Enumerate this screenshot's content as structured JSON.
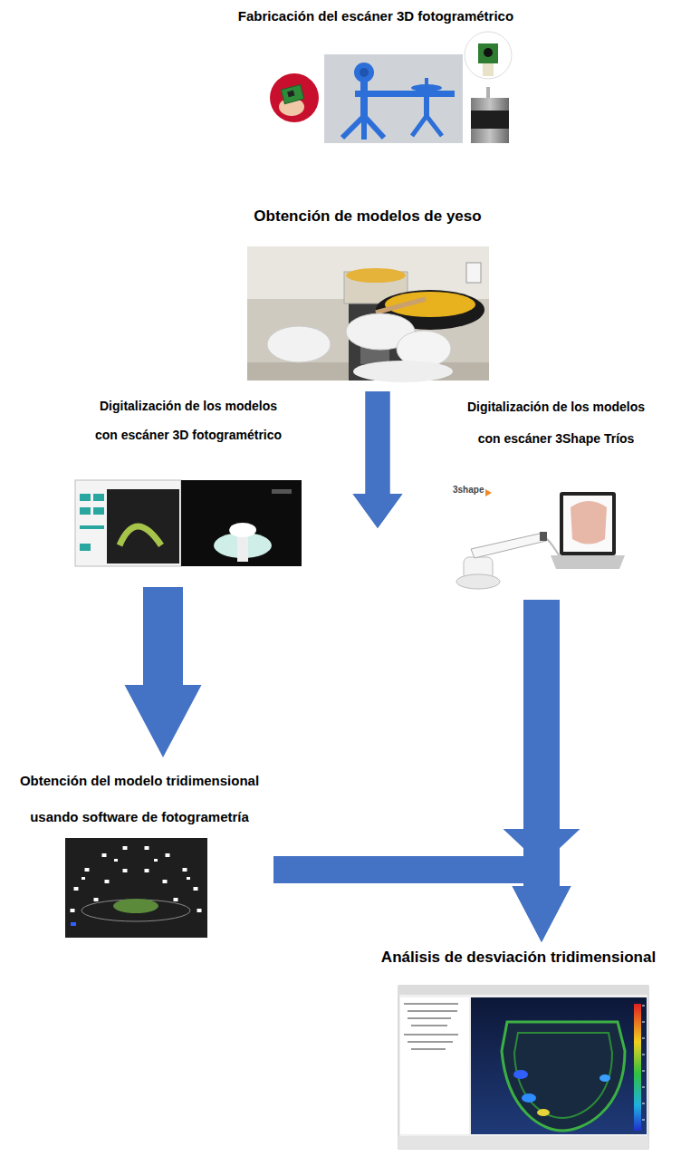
{
  "diagram": {
    "nodes": [
      {
        "text": [
          "Fabricación del escáner 3D fotogramétrico"
        ]
      },
      {
        "text": [
          "Obtención de modelos de yeso"
        ]
      },
      {
        "text": [
          "Digitalización de los modelos con escáner 3D fotogramétrico"
        ]
      },
      {
        "text": [
          "Digitalización de los modelos con escáner 3Shape Tríos"
        ]
      },
      {
        "text": [
          "Obtención del modelo tridimensional usando software de fotogrametría"
        ]
      },
      {
        "text": [
          "Análisis de desviación tridimensional"
        ]
      }
    ],
    "edges": [
      {
        "from": 1,
        "to": 2,
        "arrow": "to"
      },
      {
        "from": 1,
        "to": 3,
        "arrow": "to"
      },
      {
        "from": 2,
        "to": 4,
        "arrow": "to"
      },
      {
        "from": 3,
        "to": 5,
        "arrow": "to"
      },
      {
        "from": 4,
        "to": 5,
        "arrow": "to"
      }
    ],
    "labels": [
      "3shape"
    ]
  }
}
